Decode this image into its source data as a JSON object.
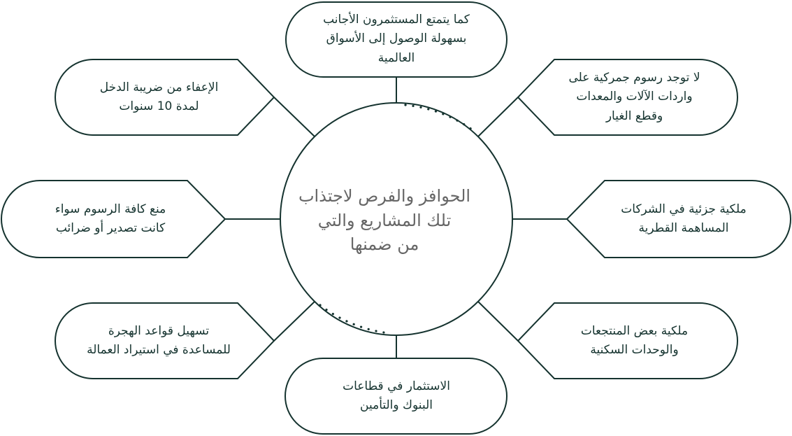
{
  "center": {
    "text": "الحوافز والفرص لاجتذاب\nتلك المشاريع والتي\nمن ضمنها"
  },
  "nodes": {
    "top": "كما يتمتع المستثمرون الأجانب\nبسهولة الوصول إلى الأسواق\nالعالمية",
    "top_left": "الإعفاء من ضريبة الدخل\nلمدة 10 سنوات",
    "top_right": "لا توجد رسوم جمركية على\nواردات الآلات والمعدات\nوقطع الغيار",
    "middle_left": "منع كافة الرسوم سواء\nكانت تصدير أو ضرائب",
    "middle_right": "ملكية جزئية في الشركات\nالمساهمة القطرية",
    "bottom_left": "تسهيل قواعد الهجرة\nللمساعدة في استيراد العمالة",
    "bottom_right": "ملكية بعض المنتجعات\nوالوحدات السكنية",
    "bottom": "الاستثمار في قطاعات\nالبنوك والتأمين"
  },
  "colors": {
    "stroke": "#15332f",
    "center_text": "#666666",
    "node_text": "#15332f",
    "background": "#ffffff"
  }
}
